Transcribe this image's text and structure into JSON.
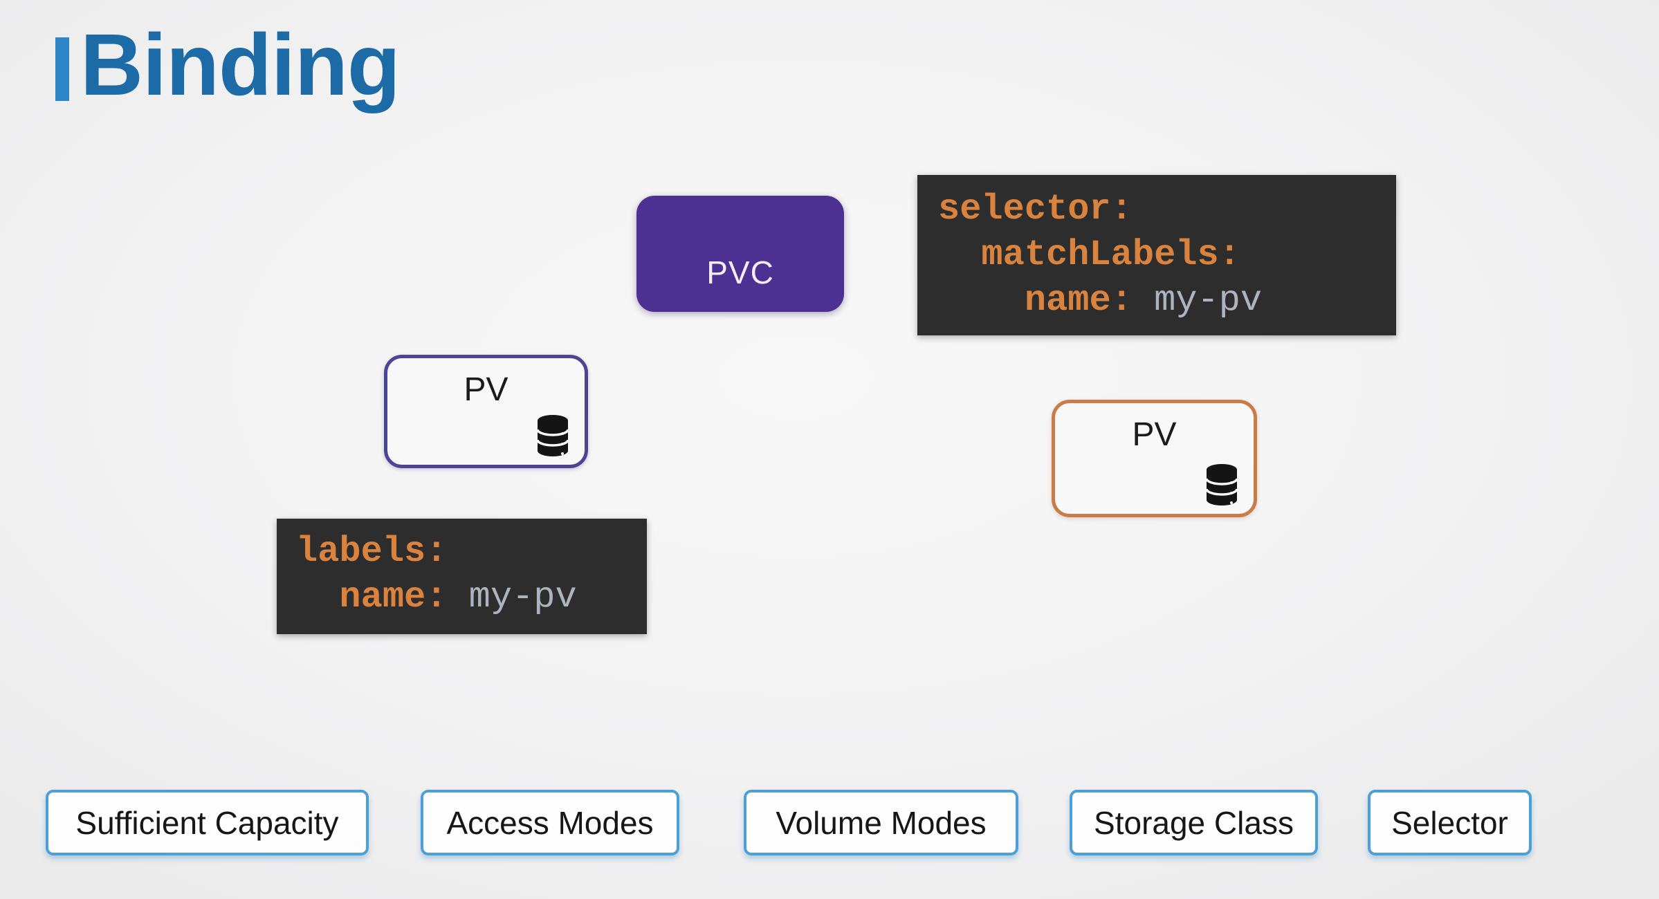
{
  "slide": {
    "title": "Binding"
  },
  "pvc_box": {
    "label": "PVC"
  },
  "pv_left": {
    "label": "PV"
  },
  "pv_right": {
    "label": "PV"
  },
  "selector_snippet": {
    "lines": [
      {
        "indent": "",
        "key": "selector:",
        "value": ""
      },
      {
        "indent": "  ",
        "key": "matchLabels:",
        "value": ""
      },
      {
        "indent": "    ",
        "key": "name:",
        "value": " my-pv"
      }
    ]
  },
  "labels_snippet": {
    "lines": [
      {
        "indent": "",
        "key": "labels:",
        "value": ""
      },
      {
        "indent": "  ",
        "key": "name:",
        "value": " my-pv"
      }
    ]
  },
  "criteria_buttons": [
    {
      "label": "Sufficient Capacity"
    },
    {
      "label": "Access Modes"
    },
    {
      "label": "Volume Modes"
    },
    {
      "label": "Storage Class"
    },
    {
      "label": "Selector"
    }
  ],
  "colors": {
    "title_text": "#1d6ba6",
    "title_accent_bar": "#2e86c8",
    "pvc_fill": "#4c3192",
    "pv_left_border": "#4e4494",
    "pv_right_border": "#c87c48",
    "code_background": "#2d2d2d",
    "code_key_orange": "#d9833f",
    "code_value_gray": "#aeb4bf",
    "button_border_blue": "#4d9fd6"
  }
}
